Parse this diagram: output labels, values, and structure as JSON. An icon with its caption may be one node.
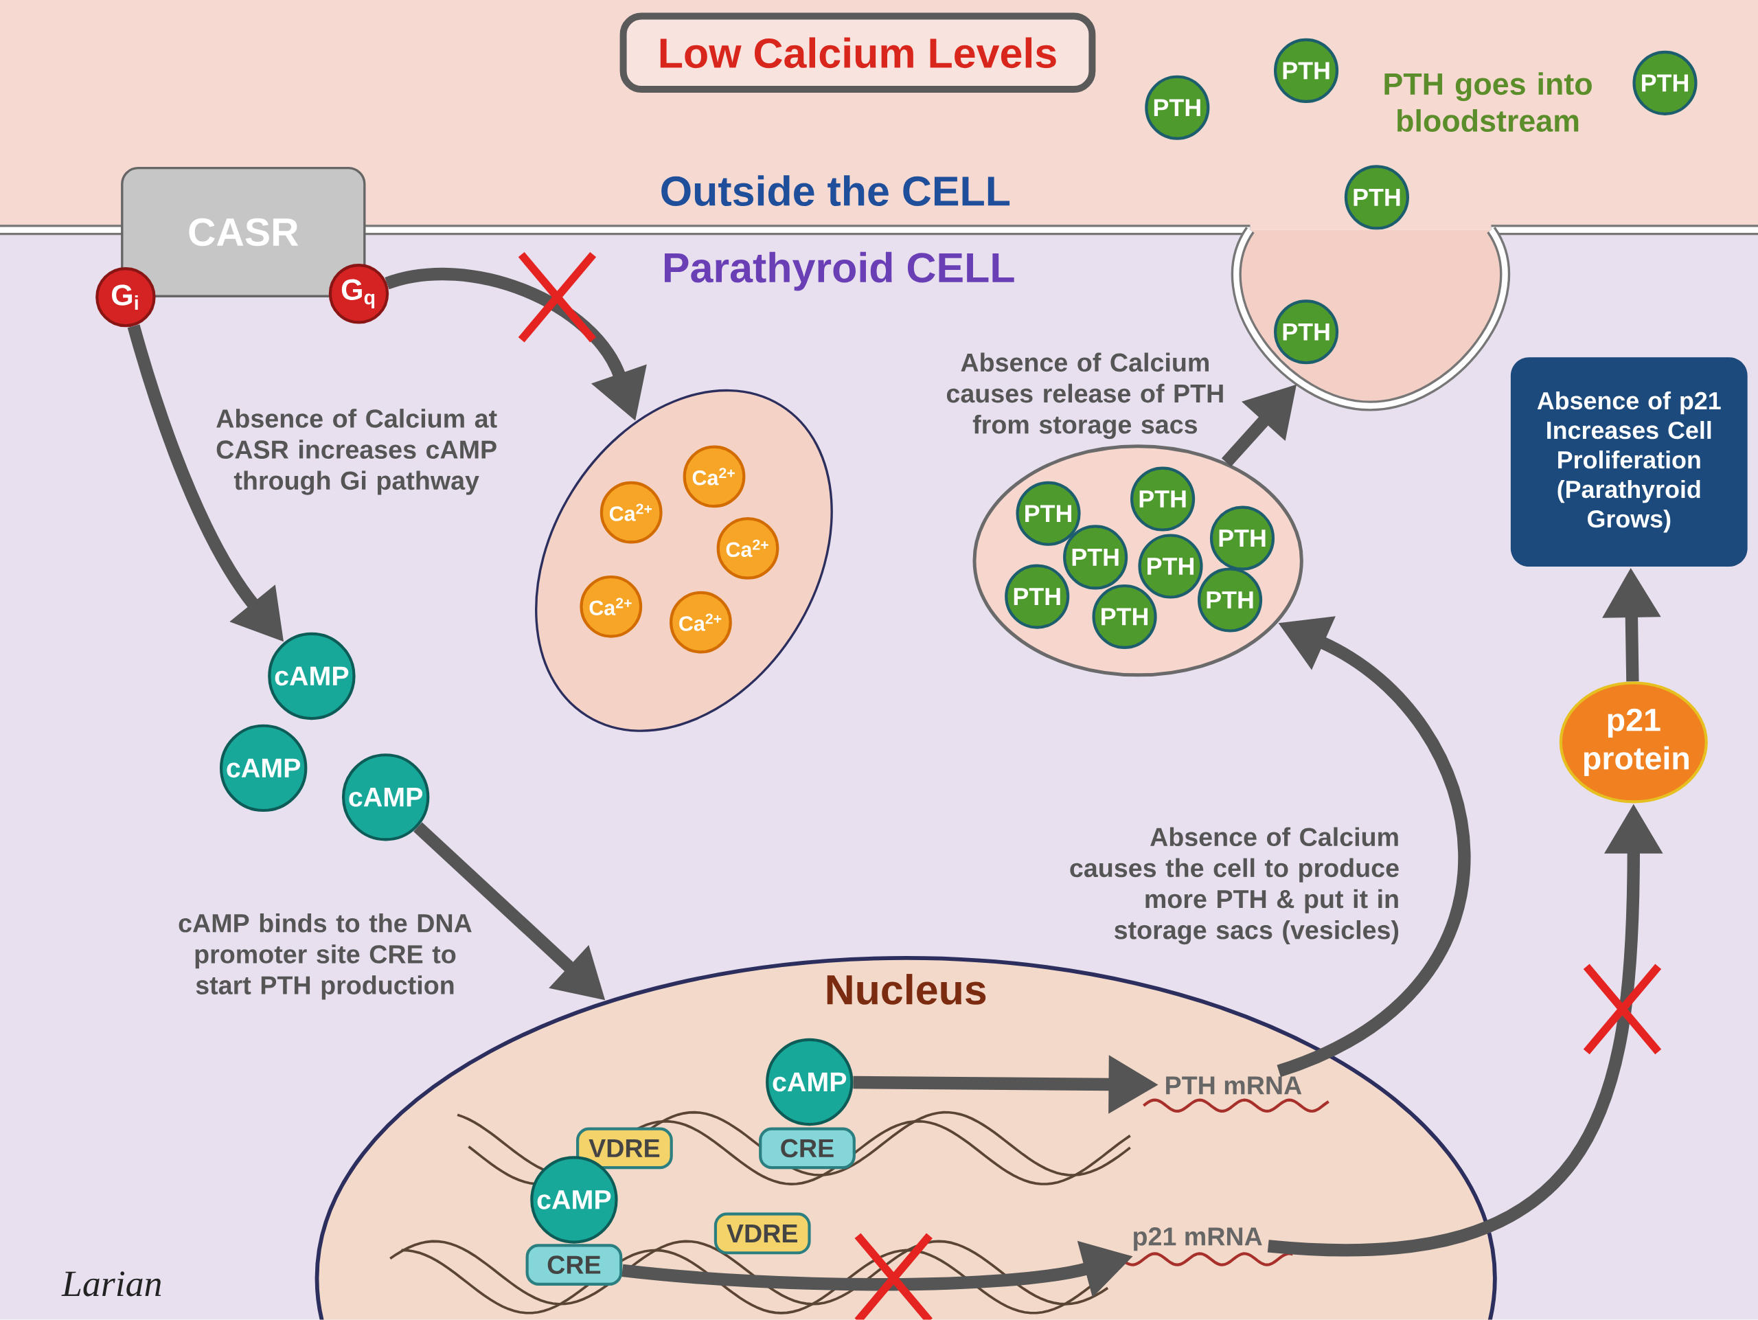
{
  "diagram": {
    "nodes": [
      {
        "text": [
          "Low Calcium Levels"
        ]
      },
      {
        "text": [
          "CASR"
        ]
      },
      {
        "text": [
          "G$_{i}$"
        ]
      },
      {
        "text": [
          "G$_{q}$"
        ]
      },
      {
        "text": [
          "PTH"
        ]
      },
      {
        "text": [
          "PTH"
        ]
      },
      {
        "text": [
          "PTH"
        ]
      },
      {
        "text": [
          "PTH"
        ]
      },
      {
        "text": [],
        "shape": "cup"
      },
      {
        "text": [
          "PTH"
        ],
        "in": 8
      },
      {
        "text": [
          "Absence of p21 Increases Cell Proliferation (Parathyroid Grows)"
        ]
      },
      {
        "text": [],
        "shape": "ellipse"
      },
      {
        "text": [
          "Ca$^{2+}$"
        ],
        "in": 11
      },
      {
        "text": [
          "Ca$^{2+}$"
        ],
        "in": 11
      },
      {
        "text": [
          "Ca$^{2+}$"
        ],
        "in": 11
      },
      {
        "text": [
          "Ca$^{2+}$"
        ],
        "in": 11
      },
      {
        "text": [
          "Ca$^{2+}$"
        ],
        "in": 11
      },
      {
        "text": [],
        "shape": "ellipse"
      },
      {
        "text": [
          "PTH"
        ],
        "in": 17
      },
      {
        "text": [
          "PTH"
        ],
        "in": 17
      },
      {
        "text": [
          "PTH"
        ],
        "in": 17
      },
      {
        "text": [
          "PTH"
        ],
        "in": 17
      },
      {
        "text": [
          "PTH"
        ],
        "in": 17
      },
      {
        "text": [
          "PTH"
        ],
        "in": 17
      },
      {
        "text": [
          "PTH"
        ],
        "in": 17
      },
      {
        "text": [
          "PTH"
        ],
        "in": 17
      },
      {
        "text": [
          "cAMP"
        ]
      },
      {
        "text": [
          "cAMP"
        ]
      },
      {
        "text": [
          "cAMP"
        ]
      },
      {
        "text": [
          "p21 protein"
        ]
      },
      {
        "text": [
          "Nucleus"
        ]
      },
      {
        "text": [
          "cAMP"
        ],
        "in": 30
      },
      {
        "text": [
          "VDRE"
        ],
        "in": 30
      },
      {
        "text": [
          "CRE"
        ],
        "in": 30
      },
      {
        "text": [
          "PTH mRNA"
        ],
        "in": 30
      },
      {
        "text": [
          "cAMP"
        ],
        "in": 30
      },
      {
        "text": [
          "CRE"
        ],
        "in": 30
      },
      {
        "text": [
          "VDRE"
        ],
        "in": 30
      },
      {
        "text": [
          "p21 mRNA"
        ],
        "in": 30
      }
    ],
    "edges": [
      {
        "from": 3,
        "to": 11,
        "arrow": "to"
      },
      {
        "from": 2,
        "to": 26,
        "arrow": "to"
      },
      {
        "from": 28,
        "to": 30,
        "arrow": "to"
      },
      {
        "from": 31,
        "to": 34,
        "arrow": "to"
      },
      {
        "from": 36,
        "to": 38,
        "arrow": "to"
      },
      {
        "from": 34,
        "to": 17,
        "arrow": "to"
      },
      {
        "from": 17,
        "to": 8,
        "arrow": "to"
      },
      {
        "from": 38,
        "to": 29,
        "arrow": "to"
      },
      {
        "from": 29,
        "to": 10,
        "arrow": "to"
      }
    ],
    "labels": [
      "PTH goes into bloodstream",
      "Outside the CELL",
      "Parathyroid CELL",
      "Absence of Calcium at CASR increases cAMP through Gi pathway",
      "Absence of Calcium causes release of PTH from storage sacs",
      "cAMP binds to the DNA promoter site CRE to start PTH production",
      "Absence of Calcium causes the cell to produce more PTH & put it in storage sacs (vesicles)",
      "Larian"
    ]
  }
}
